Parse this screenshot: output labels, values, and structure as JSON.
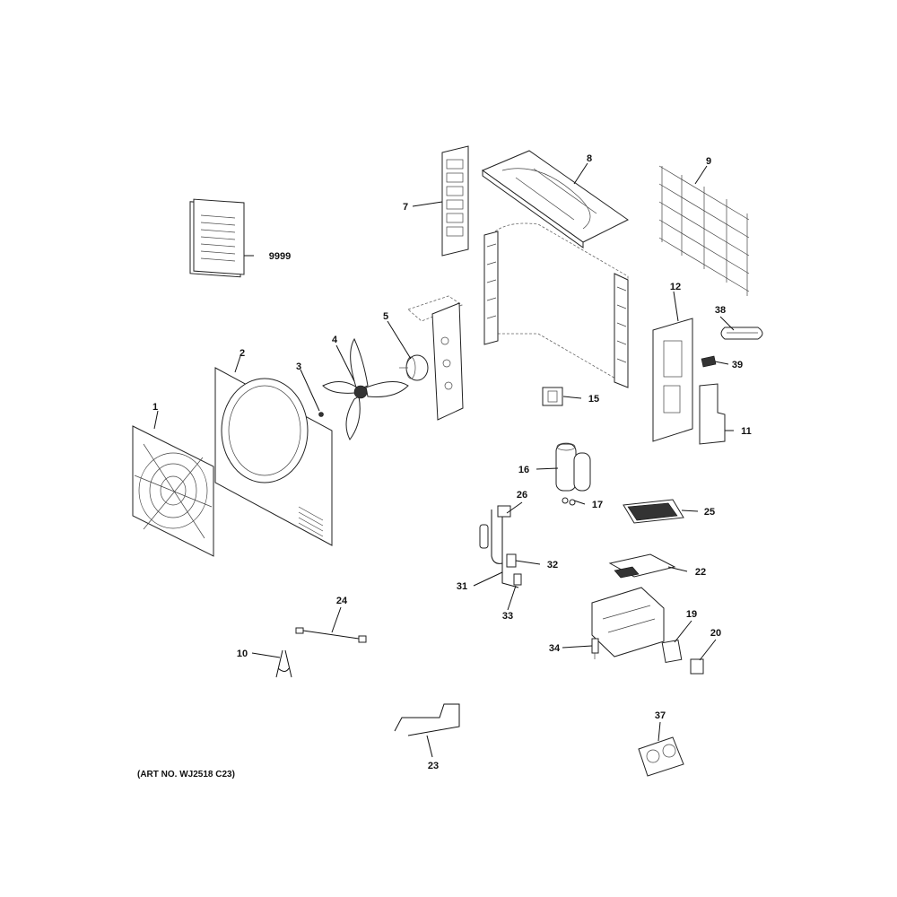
{
  "art_number": "(ART NO. WJ2518 C23)",
  "callouts": {
    "p1": "1",
    "p2": "2",
    "p3": "3",
    "p4": "4",
    "p5": "5",
    "p7": "7",
    "p8": "8",
    "p9": "9",
    "p10": "10",
    "p11": "11",
    "p12": "12",
    "p15": "15",
    "p16": "16",
    "p17": "17",
    "p19": "19",
    "p20": "20",
    "p22": "22",
    "p23": "23",
    "p24": "24",
    "p25": "25",
    "p26": "26",
    "p31": "31",
    "p32": "32",
    "p33": "33",
    "p34": "34",
    "p37": "37",
    "p38": "38",
    "p39": "39",
    "p9999": "9999"
  }
}
